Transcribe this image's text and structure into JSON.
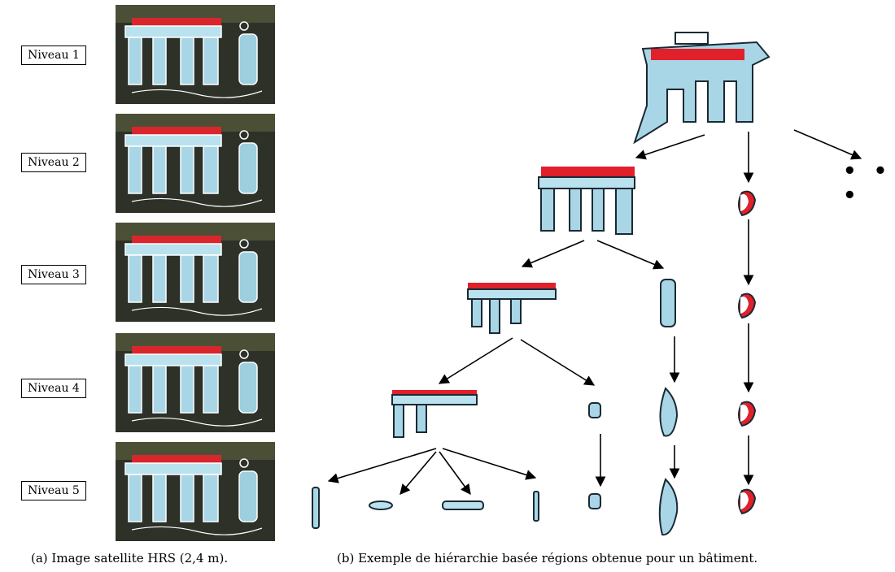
{
  "levels": [
    "Niveau 1",
    "Niveau 2",
    "Niveau 3",
    "Niveau 4",
    "Niveau 5"
  ],
  "captions": {
    "a": "(a) Image satellite HRS (2,4 m).",
    "b": "(b) Exemple de hiérarchie basée régions obtenue pour un bâtiment."
  },
  "ellipsis": "• • •",
  "colors": {
    "roof_red": "#e0202a",
    "building_blue": "#9fd8e8",
    "outline": "#1a2a34",
    "vegetation": "#3b3f2c"
  }
}
